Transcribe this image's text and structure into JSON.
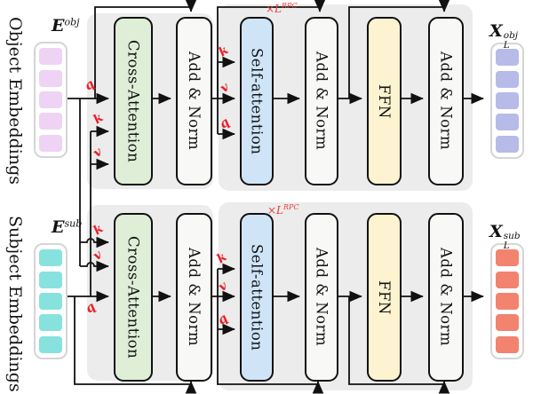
{
  "streams": {
    "object_label": "Object Embeddings",
    "subject_label": "Subject Embeddings"
  },
  "io": {
    "object_input": {
      "base": "E",
      "sup": "obj"
    },
    "subject_input": {
      "base": "E",
      "sup": "sub"
    },
    "object_output": {
      "base": "X",
      "sub": "L",
      "sup": "obj"
    },
    "subject_output": {
      "base": "X",
      "sub": "L",
      "sup": "sub"
    }
  },
  "blocks": {
    "cross_attention": "Cross-Attention",
    "add_norm": "Add & Norm",
    "self_attention": "Self-attention",
    "ffn": "FFN"
  },
  "annotations": {
    "layers": {
      "times": "×L",
      "sup": "RPC"
    },
    "qkv": {
      "q": "q",
      "k": "k",
      "v": "v"
    }
  },
  "embedding_tokens_per_stack": 5,
  "colors": {
    "panel": "#ececec",
    "cross_attention_fill": "#deeed7",
    "add_norm_fill": "#f8f8f7",
    "self_attention_fill": "#cfe5f7",
    "ffn_fill": "#fdf3d0",
    "object_input_token": "#eed3f4",
    "object_output_token": "#b7bbe8",
    "subject_input_token": "#87e2de",
    "subject_output_token": "#f2836e",
    "token_container_border": "#d5d5d5",
    "qkv_red": "#ed1c24",
    "layer_label_red": "#e8403a",
    "line_black": "#111111"
  }
}
